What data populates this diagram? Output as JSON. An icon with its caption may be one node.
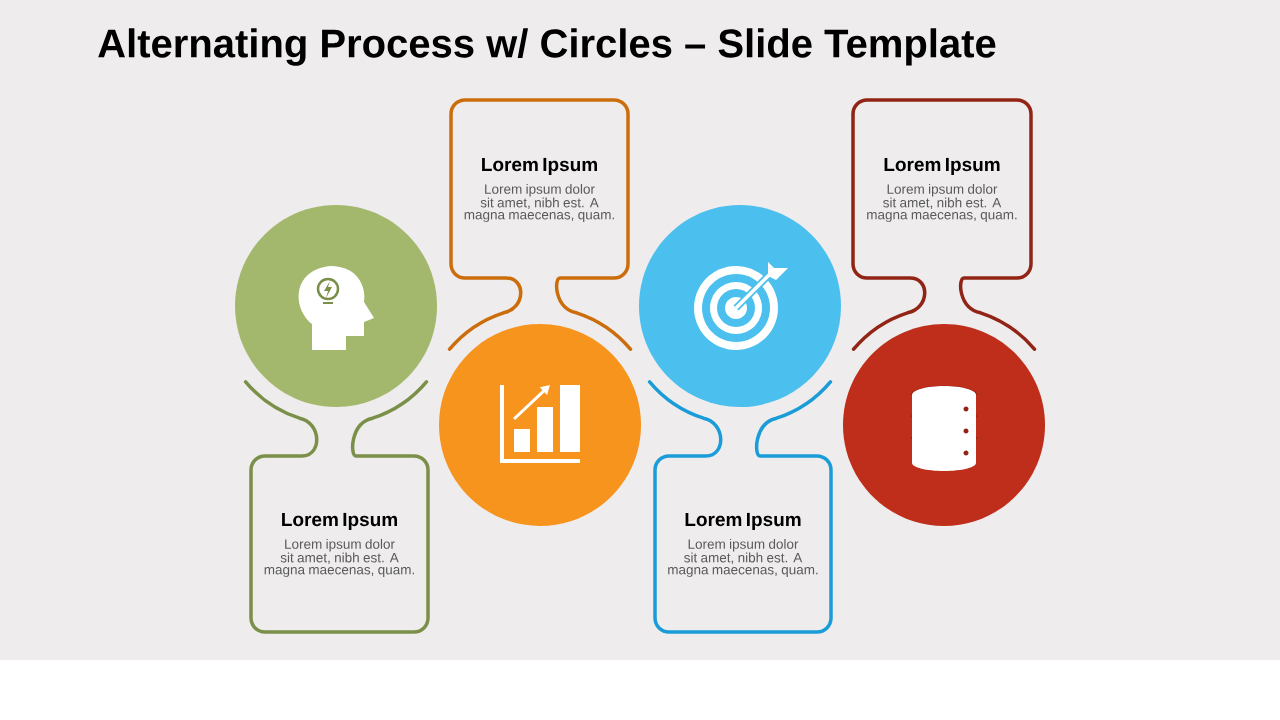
{
  "diagram": {
    "title": "Alternating Process w/ Circles – Slide Template",
    "nodes": [
      {
        "text": [],
        "shape": "circle"
      },
      {
        "text": [
          "Lorem Ipsum",
          "Lorem ipsum dolor sit amet, nibh est. A magna maecenas, quam."
        ]
      },
      {
        "text": [
          "Lorem Ipsum",
          "Lorem ipsum dolor sit amet, nibh est. A magna maecenas, quam."
        ]
      },
      {
        "text": [],
        "shape": "circle"
      },
      {
        "text": [],
        "shape": "circle"
      },
      {
        "text": [
          "Lorem Ipsum",
          "Lorem ipsum dolor sit amet, nibh est. A magna maecenas, quam."
        ]
      },
      {
        "text": [
          "Lorem Ipsum",
          "Lorem ipsum dolor sit amet, nibh est. A magna maecenas, quam."
        ]
      },
      {
        "text": [],
        "shape": "circle"
      }
    ]
  }
}
